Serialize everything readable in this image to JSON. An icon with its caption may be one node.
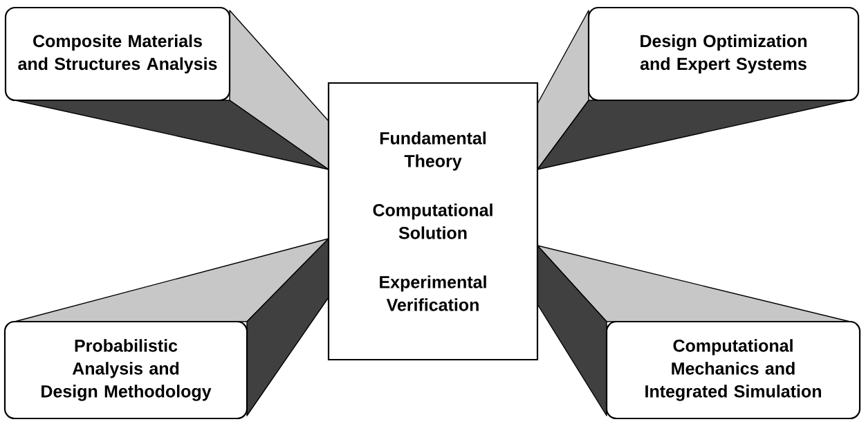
{
  "diagram": {
    "nodes": [
      {
        "text": [
          "Fundamental Theory",
          "Computational Solution",
          "Experimental Verification"
        ]
      },
      {
        "text": [
          "Composite Materials and Structures Analysis"
        ]
      },
      {
        "text": [
          "Design Optimization and Expert Systems"
        ]
      },
      {
        "text": [
          "Probabilistic Analysis and Design Methodology"
        ]
      },
      {
        "text": [
          "Computational Mechanics and Integrated Simulation"
        ]
      }
    ],
    "edges": [
      {
        "from": 1,
        "to": 0,
        "arrow": "none"
      },
      {
        "from": 2,
        "to": 0,
        "arrow": "none"
      },
      {
        "from": 3,
        "to": 0,
        "arrow": "none"
      },
      {
        "from": 4,
        "to": 0,
        "arrow": "none"
      }
    ]
  }
}
